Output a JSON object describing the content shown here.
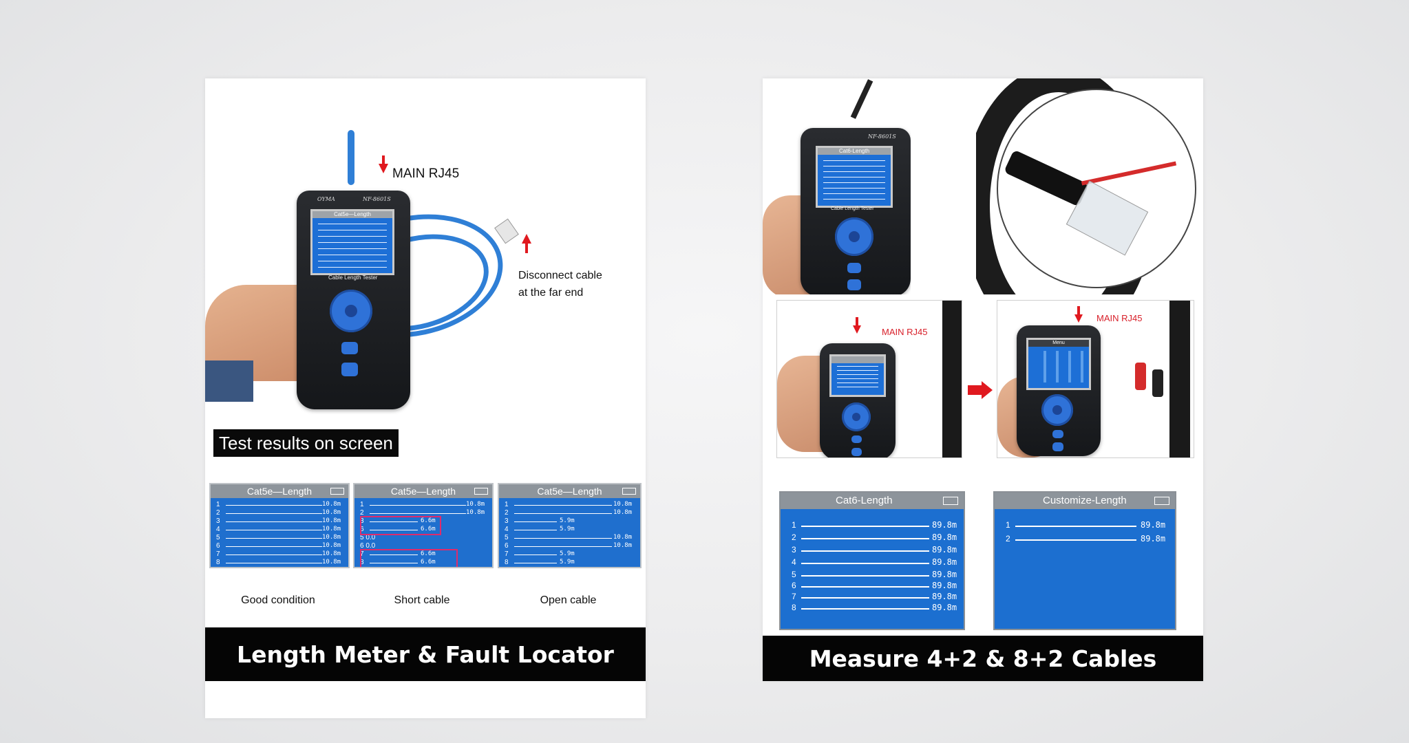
{
  "left": {
    "callout_main": "MAIN RJ45",
    "callout_disconnect": [
      "Disconnect cable",
      "at the far end"
    ],
    "device_model": "NF-8601S",
    "device_brand": "OYMA",
    "device_screen_title": "Cat5e—Length",
    "device_label": "Cable Length Tester",
    "results_title": "Test results on screen",
    "screens": [
      {
        "title": "Cat5e—Length",
        "caption": "Good condition",
        "rows": [
          {
            "n": "1",
            "v": "10.8m"
          },
          {
            "n": "2",
            "v": "10.8m"
          },
          {
            "n": "3",
            "v": "10.8m"
          },
          {
            "n": "4",
            "v": "10.8m"
          },
          {
            "n": "5",
            "v": "10.8m"
          },
          {
            "n": "6",
            "v": "10.8m"
          },
          {
            "n": "7",
            "v": "10.8m"
          },
          {
            "n": "8",
            "v": "10.8m"
          }
        ]
      },
      {
        "title": "Cat5e—Length",
        "caption": "Short cable",
        "rows": [
          {
            "n": "1",
            "v": "10.8m"
          },
          {
            "n": "2",
            "v": "10.8m"
          },
          {
            "n": "3",
            "v": "6.6m"
          },
          {
            "n": "6",
            "v": "6.6m"
          },
          {
            "n": "5 0.0",
            "v": ""
          },
          {
            "n": "6 0.0",
            "v": ""
          },
          {
            "n": "7",
            "v": "6.6m"
          },
          {
            "n": "8",
            "v": "6.6m"
          }
        ]
      },
      {
        "title": "Cat5e—Length",
        "caption": "Open cable",
        "rows": [
          {
            "n": "1",
            "v": "10.8m"
          },
          {
            "n": "2",
            "v": "10.8m"
          },
          {
            "n": "3",
            "v": "5.9m"
          },
          {
            "n": "4",
            "v": "5.9m"
          },
          {
            "n": "5",
            "v": "10.8m"
          },
          {
            "n": "6",
            "v": "10.8m"
          },
          {
            "n": "7",
            "v": "5.9m"
          },
          {
            "n": "8",
            "v": "5.9m"
          }
        ]
      }
    ],
    "banner": "Length Meter & Fault Locator"
  },
  "right": {
    "callout_main_a": "MAIN RJ45",
    "callout_main_b": "MAIN RJ45",
    "device_model": "NF-8601S",
    "device_screen_title": "Cat6-Length",
    "device_label": "Cable Length Tester",
    "menu_label": "Menu",
    "screen_cat6": {
      "title": "Cat6-Length",
      "rows": [
        {
          "n": "1",
          "v": "89.8m"
        },
        {
          "n": "2",
          "v": "89.8m"
        },
        {
          "n": "3",
          "v": "89.8m"
        },
        {
          "n": "4",
          "v": "89.8m"
        },
        {
          "n": "5",
          "v": "89.8m"
        },
        {
          "n": "6",
          "v": "89.8m"
        },
        {
          "n": "7",
          "v": "89.8m"
        },
        {
          "n": "8",
          "v": "89.8m"
        }
      ]
    },
    "screen_custom": {
      "title": "Customize-Length",
      "rows": [
        {
          "n": "1",
          "v": "89.8m"
        },
        {
          "n": "2",
          "v": "89.8m"
        }
      ]
    },
    "banner": "Measure 4+2 & 8+2 Cables"
  },
  "colors": {
    "screen_blue": "#1f6fce",
    "header_gray": "#8e959c",
    "highlight": "#e02b6b",
    "arrow_red": "#e0191f",
    "banner_black": "#050505"
  }
}
